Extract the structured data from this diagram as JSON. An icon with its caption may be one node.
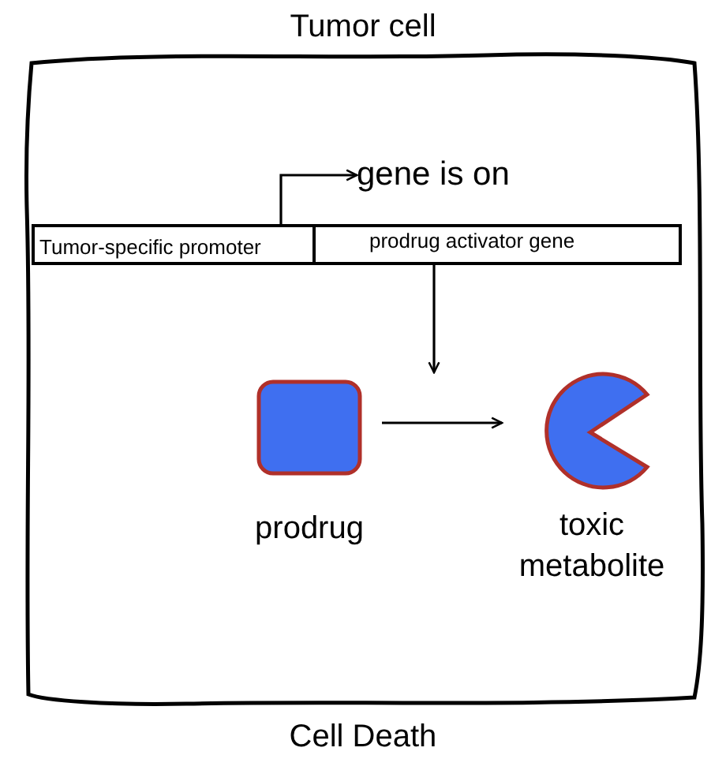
{
  "diagram": {
    "nodes": [
      {
        "text": [
          "Tumor cell"
        ]
      },
      {
        "text": [
          "Tumor-specific promoter"
        ],
        "in": 0
      },
      {
        "text": [
          "prodrug activator gene"
        ],
        "in": 0
      },
      {
        "text": [
          "gene is on"
        ],
        "in": 0
      },
      {
        "text": [
          "prodrug"
        ],
        "in": 0
      },
      {
        "text": [
          "toxic metabolite"
        ],
        "in": 0
      }
    ],
    "edges": [
      {
        "from": 1,
        "to": 3,
        "arrow": "to"
      },
      {
        "from": 2,
        "to": null,
        "arrow": "to"
      },
      {
        "from": 4,
        "to": 5,
        "arrow": "to"
      }
    ],
    "labels": [
      "Cell Death"
    ]
  }
}
